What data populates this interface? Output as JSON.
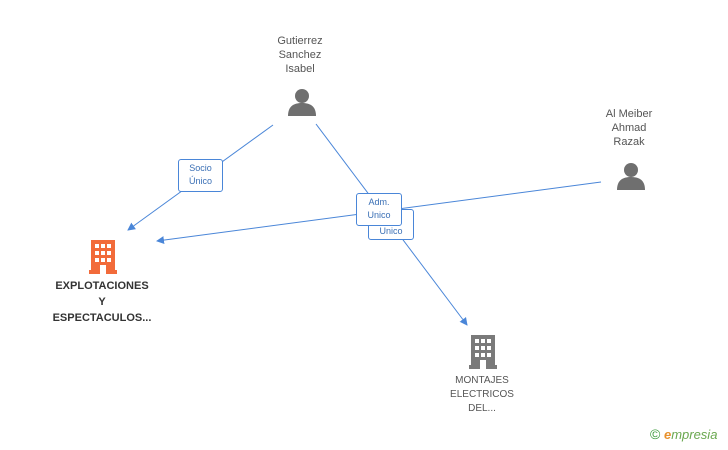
{
  "people": [
    {
      "id": "gutierrez",
      "label": "Gutierrez\nSanchez\nIsabel"
    },
    {
      "id": "almeiber",
      "label": "Al Meiber\nAhmad\nRazak"
    }
  ],
  "companies": [
    {
      "id": "explotaciones",
      "label": "EXPLOTACIONES\nY\nESPECTACULOS...",
      "color": "#f26b3a"
    },
    {
      "id": "montajes",
      "label": "MONTAJES\nELECTRICOS\nDEL...",
      "color": "#7a7a7a"
    }
  ],
  "roles": {
    "socio": "Socio\nÚnico",
    "adm_front": "Adm.\nUnico",
    "adm_back": "Unico"
  },
  "colors": {
    "edge": "#4a86d8",
    "person": "#6f6f6f"
  },
  "brand": {
    "copyright": "©",
    "e": "e",
    "rest": "mpresia"
  }
}
